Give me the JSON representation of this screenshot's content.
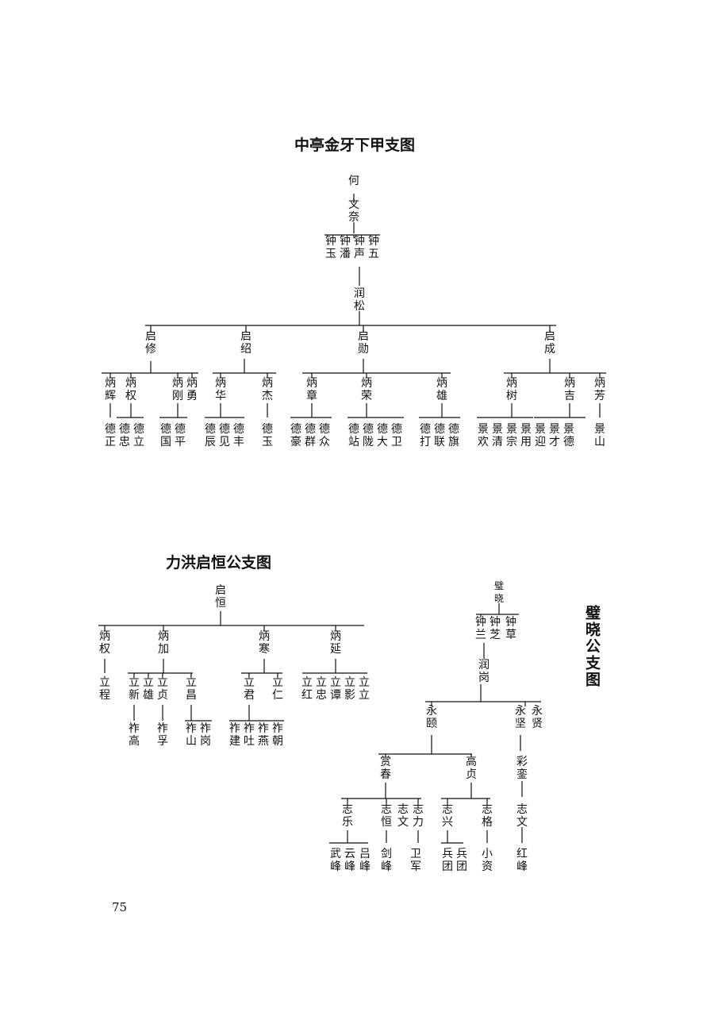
{
  "page_number": "75",
  "tree1": {
    "title": "中亭金牙下甲支图",
    "names": [
      "何",
      "文奈",
      "钟玉",
      "钟潘",
      "钟声",
      "钟五",
      "润松",
      "启修",
      "启绍",
      "启勋",
      "启成",
      "炳辉",
      "炳权",
      "炳刚",
      "炳勇",
      "炳华",
      "炳杰",
      "炳章",
      "炳荣",
      "炳雄",
      "炳树",
      "炳吉",
      "炳芳",
      "德正",
      "德忠",
      "德立",
      "德国",
      "德平",
      "德辰",
      "德见",
      "德丰",
      "德玉",
      "德豪",
      "德群",
      "德众",
      "德站",
      "德陇",
      "德大",
      "德卫",
      "德打",
      "德联",
      "德旗",
      "景欢",
      "景清",
      "景宗",
      "景用",
      "景迎",
      "景才",
      "景德",
      "景山"
    ]
  },
  "tree2": {
    "title": "力洪启恒公支图",
    "names": [
      "启恒",
      "炳权",
      "炳加",
      "炳寒",
      "炳延",
      "立程",
      "立新",
      "立雄",
      "立贞",
      "立昌",
      "立君",
      "立仁",
      "立红",
      "立忠",
      "立谭",
      "立影",
      "立立",
      "祚高",
      "祚孚",
      "祚山",
      "祚岗",
      "祚建",
      "祚吐",
      "祚燕",
      "祚朝"
    ]
  },
  "tree3": {
    "title": "璧晓公支图",
    "names": [
      "璧晓",
      "钟兰",
      "钟芝",
      "钟草",
      "润岗",
      "永颐",
      "永坚",
      "永贤",
      "赏春",
      "高贞",
      "彩銮",
      "志乐",
      "志恒",
      "志文",
      "志力",
      "志兴",
      "志格",
      "志文",
      "武峰",
      "云峰",
      "吕峰",
      "剑峰",
      "卫军",
      "兵团",
      "兵团",
      "小资",
      "红峰"
    ]
  }
}
